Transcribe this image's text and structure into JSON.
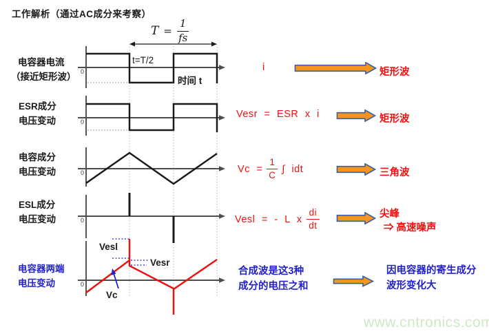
{
  "title": "工作解析（通过AC成分来考察）",
  "period_formula": {
    "var": "T",
    "eq": "=",
    "num": "1",
    "den": "fs"
  },
  "plots": [
    {
      "label1": "电容器电流",
      "label2": "（接近矩形波）",
      "zero": "0",
      "shape": "square"
    },
    {
      "label1": "ESR成分",
      "label2": "电压变动",
      "zero": "0",
      "shape": "square"
    },
    {
      "label1": "电容成分",
      "label2": "电压变动",
      "zero": "0",
      "shape": "triangle"
    },
    {
      "label1": "ESL成分",
      "label2": "电压变动",
      "zero": "0",
      "shape": "spikes"
    },
    {
      "label1": "电容器两端",
      "label2": "电压变动",
      "zero": "0",
      "shape": "composite"
    }
  ],
  "annotations": {
    "t_half": "t=T/2",
    "time_axis": "时间 t",
    "vesl": "Vesl",
    "vesr": "Vesr",
    "vc": "Vc"
  },
  "rows": [
    {
      "formula": "i",
      "result": "矩形波"
    },
    {
      "formula": "Vesr = ESR x i",
      "result": "矩形波"
    },
    {
      "pre": "Vc =",
      "num": "1",
      "den": "C",
      "post": "∫ idt",
      "result": "三角波"
    },
    {
      "pre": "Vesl = - L x",
      "num": "di",
      "den": "dt",
      "result": "尖峰",
      "result2": "⇒ 高速噪声"
    },
    {
      "line1": "合成波是这3种",
      "line2": "成分的电压之和",
      "result1": "因电容器的寄生成分",
      "result2": "波形变化大"
    }
  ],
  "watermark": "www.cntronics.com",
  "colors": {
    "black": "#1a1a1a",
    "axis": "#4d4d4d",
    "grid": "#b5b5b5",
    "faint": "#9a9a9a",
    "red": "#ee1111",
    "blue": "#2222cc",
    "orange": "#f7941d",
    "arrow-border": "#3a5fa0",
    "watermark": "#cfe9c6"
  },
  "waveforms": [
    {
      "kind": "line",
      "color": "grid",
      "width": 1,
      "dash": "1.5,2.5",
      "points": [
        [
          188,
          64
        ],
        [
          188,
          432
        ]
      ]
    },
    {
      "kind": "line",
      "color": "grid",
      "width": 1,
      "dash": "1.5,2.5",
      "points": [
        [
          252,
          67
        ],
        [
          252,
          432
        ]
      ]
    },
    {
      "kind": "line",
      "color": "grid",
      "width": 1,
      "dash": "1.5,2.5",
      "points": [
        [
          315,
          64
        ],
        [
          315,
          432
        ]
      ]
    },
    {
      "kind": "line",
      "color": "black",
      "width": 1.3,
      "points": [
        [
          193,
          64
        ],
        [
          310,
          64
        ]
      ]
    },
    {
      "kind": "polygon",
      "color": "black",
      "points": [
        [
          188,
          64
        ],
        [
          196,
          60.5
        ],
        [
          196,
          67.5
        ]
      ]
    },
    {
      "kind": "polygon",
      "color": "black",
      "points": [
        [
          315,
          64
        ],
        [
          307,
          60.5
        ],
        [
          307,
          67.5
        ]
      ]
    },
    {
      "kind": "line",
      "color": "black",
      "width": 1.5,
      "points": [
        [
          125,
          67
        ],
        [
          125,
          128
        ]
      ]
    },
    {
      "kind": "line",
      "color": "axis",
      "width": 2,
      "points": [
        [
          113,
          98
        ],
        [
          320,
          98
        ]
      ]
    },
    {
      "kind": "polygon",
      "color": "axis",
      "points": [
        [
          327,
          98
        ],
        [
          318,
          94.2
        ],
        [
          318,
          101.8
        ]
      ]
    },
    {
      "kind": "polyline",
      "color": "black",
      "width": 2.5,
      "points": [
        [
          125,
          78
        ],
        [
          188,
          78
        ],
        [
          188,
          120
        ],
        [
          252,
          120
        ],
        [
          252,
          78
        ],
        [
          315,
          78
        ],
        [
          315,
          121
        ]
      ]
    },
    {
      "kind": "line",
      "color": "faint",
      "width": 1,
      "dash": "2,2",
      "points": [
        [
          127,
          120
        ],
        [
          186,
          120
        ]
      ]
    },
    {
      "kind": "line",
      "color": "black",
      "width": 1.5,
      "points": [
        [
          125,
          139
        ],
        [
          125,
          197
        ]
      ]
    },
    {
      "kind": "line",
      "color": "axis",
      "width": 2,
      "points": [
        [
          113,
          171
        ],
        [
          320,
          171
        ]
      ]
    },
    {
      "kind": "polygon",
      "color": "axis",
      "points": [
        [
          327,
          171
        ],
        [
          318,
          167.2
        ],
        [
          318,
          174.8
        ]
      ]
    },
    {
      "kind": "polyline",
      "color": "black",
      "width": 2.5,
      "points": [
        [
          125,
          151
        ],
        [
          188,
          151
        ],
        [
          188,
          189
        ],
        [
          252,
          189
        ],
        [
          252,
          151
        ],
        [
          315,
          151
        ],
        [
          315,
          192
        ]
      ]
    },
    {
      "kind": "line",
      "color": "faint",
      "width": 1,
      "dash": "2,2",
      "points": [
        [
          127,
          189
        ],
        [
          186,
          189
        ]
      ]
    },
    {
      "kind": "line",
      "color": "black",
      "width": 1.5,
      "points": [
        [
          125,
          214
        ],
        [
          125,
          271
        ]
      ]
    },
    {
      "kind": "line",
      "color": "axis",
      "width": 2,
      "points": [
        [
          113,
          245
        ],
        [
          320,
          245
        ]
      ]
    },
    {
      "kind": "polygon",
      "color": "axis",
      "points": [
        [
          327,
          245
        ],
        [
          318,
          241.2
        ],
        [
          318,
          248.8
        ]
      ]
    },
    {
      "kind": "polyline",
      "color": "black",
      "width": 2.5,
      "points": [
        [
          125,
          266
        ],
        [
          188,
          222
        ],
        [
          252,
          267
        ],
        [
          315,
          223
        ]
      ]
    },
    {
      "kind": "line",
      "color": "black",
      "width": 1.5,
      "points": [
        [
          125,
          283
        ],
        [
          125,
          346
        ]
      ]
    },
    {
      "kind": "line",
      "color": "axis",
      "width": 2,
      "points": [
        [
          113,
          314
        ],
        [
          320,
          314
        ]
      ]
    },
    {
      "kind": "polygon",
      "color": "axis",
      "points": [
        [
          327,
          314
        ],
        [
          318,
          310.2
        ],
        [
          318,
          317.8
        ]
      ]
    },
    {
      "kind": "line",
      "color": "black",
      "width": 3,
      "points": [
        [
          188,
          280
        ],
        [
          188,
          314
        ]
      ]
    },
    {
      "kind": "line",
      "color": "black",
      "width": 3,
      "points": [
        [
          252,
          314
        ],
        [
          252,
          353
        ]
      ]
    },
    {
      "kind": "line",
      "color": "black",
      "width": 1.5,
      "points": [
        [
          125,
          350
        ],
        [
          125,
          430
        ]
      ]
    },
    {
      "kind": "line",
      "color": "axis",
      "width": 2,
      "points": [
        [
          113,
          407
        ],
        [
          320,
          407
        ]
      ]
    },
    {
      "kind": "polygon",
      "color": "axis",
      "points": [
        [
          327,
          407
        ],
        [
          318,
          403.2
        ],
        [
          318,
          410.8
        ]
      ]
    },
    {
      "kind": "polyline",
      "color": "red",
      "width": 2.5,
      "points": [
        [
          125,
          425
        ],
        [
          188,
          378
        ],
        [
          188,
          347
        ],
        [
          188,
          386
        ],
        [
          252,
          419
        ],
        [
          252,
          457
        ],
        [
          252,
          420
        ],
        [
          315,
          377
        ]
      ]
    },
    {
      "kind": "line",
      "color": "blue",
      "width": 1.3,
      "dash": "2,2.5",
      "points": [
        [
          163,
          347
        ],
        [
          190,
          347
        ]
      ]
    },
    {
      "kind": "line",
      "color": "blue",
      "width": 1.3,
      "dash": "2,2.5",
      "points": [
        [
          163,
          375
        ],
        [
          190,
          375
        ]
      ]
    },
    {
      "kind": "line",
      "color": "blue",
      "width": 1.3,
      "dash": "2,2.5",
      "points": [
        [
          190,
          378
        ],
        [
          216,
          378
        ]
      ]
    },
    {
      "kind": "line",
      "color": "blue",
      "width": 1.3,
      "dash": "2,2.5",
      "points": [
        [
          190,
          385
        ],
        [
          213,
          385
        ]
      ]
    },
    {
      "kind": "line",
      "color": "blue",
      "width": 1.8,
      "points": [
        [
          172,
          419
        ],
        [
          165,
          397
        ]
      ]
    },
    {
      "kind": "polygon",
      "color": "blue",
      "points": [
        [
          163,
          390
        ],
        [
          168.5,
          397.5
        ],
        [
          161.5,
          399.8
        ]
      ]
    }
  ]
}
